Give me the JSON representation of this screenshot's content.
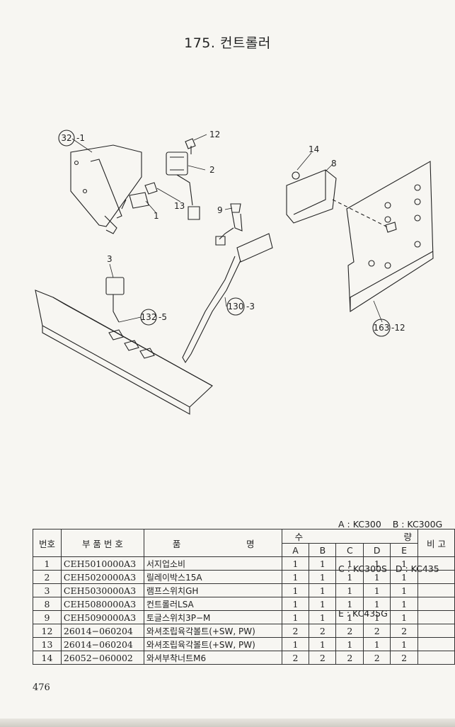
{
  "title": "175. 컨트롤러",
  "diagram_labels": {
    "c32": "32",
    "c32_suffix": "-1",
    "n12": "12",
    "n2": "2",
    "n13": "13",
    "n1": "1",
    "n14": "14",
    "n8": "8",
    "n9": "9",
    "n3": "3",
    "c132": "132",
    "c132_suffix": "-5",
    "c130": "130",
    "c130_suffix": "-3",
    "c163": "163",
    "c163_suffix": "-12"
  },
  "legend": {
    "line1": "A : KC300    B : KC300G",
    "line2": "C : KC300S   D : KC435",
    "line3": "E : KC435G"
  },
  "table": {
    "headers": {
      "no": "번호",
      "part_no": "부 품 번 호",
      "name_left": "품",
      "name_right": "명",
      "qty_left": "수",
      "qty_right": "량",
      "remarks": "비 고",
      "a": "A",
      "b": "B",
      "c": "C",
      "d": "D",
      "e": "E"
    },
    "rows": [
      {
        "no": "1",
        "part_no": "CEH5010000A3",
        "name": "서지업소비",
        "a": "1",
        "b": "1",
        "c": "1",
        "d": "1",
        "e": "1"
      },
      {
        "no": "2",
        "part_no": "CEH5020000A3",
        "name": "릴레이박스15A",
        "a": "1",
        "b": "1",
        "c": "1",
        "d": "1",
        "e": "1"
      },
      {
        "no": "3",
        "part_no": "CEH5030000A3",
        "name": "램프스위치GH",
        "a": "1",
        "b": "1",
        "c": "1",
        "d": "1",
        "e": "1"
      },
      {
        "no": "8",
        "part_no": "CEH5080000A3",
        "name": "컨트롤러LSA",
        "a": "1",
        "b": "1",
        "c": "1",
        "d": "1",
        "e": "1"
      },
      {
        "no": "9",
        "part_no": "CEH5090000A3",
        "name": "토글스위치3P−M",
        "a": "1",
        "b": "1",
        "c": "1",
        "d": "1",
        "e": "1"
      },
      {
        "no": "12",
        "part_no": "26014−060204",
        "name": "와셔조립육각볼트(+SW, PW)",
        "a": "2",
        "b": "2",
        "c": "2",
        "d": "2",
        "e": "2"
      },
      {
        "no": "13",
        "part_no": "26014−060204",
        "name": "와셔조립육각볼트(+SW, PW)",
        "a": "1",
        "b": "1",
        "c": "1",
        "d": "1",
        "e": "1"
      },
      {
        "no": "14",
        "part_no": "26052−060002",
        "name": "와셔부착너트M6",
        "a": "2",
        "b": "2",
        "c": "2",
        "d": "2",
        "e": "2"
      }
    ]
  },
  "page_number": "476"
}
